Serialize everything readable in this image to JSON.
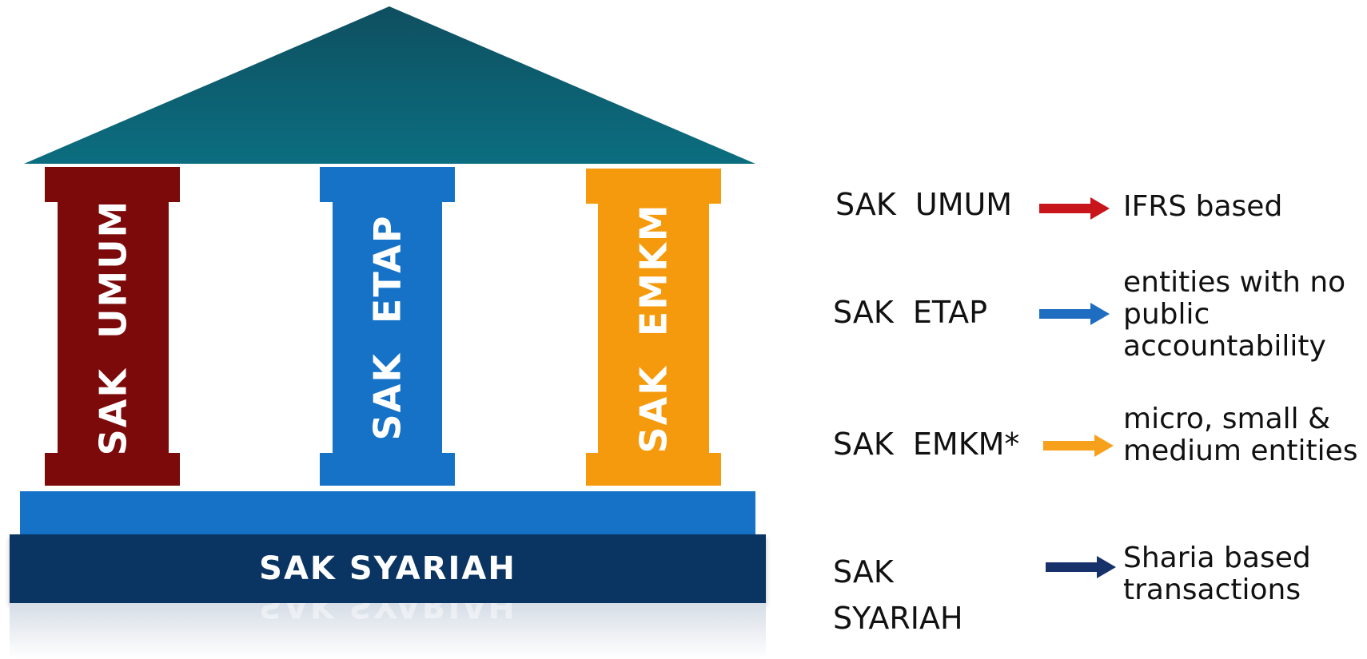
{
  "colors": {
    "roof_top": "#0e4f60",
    "roof_bottom": "#0b6e80",
    "pillar_umum": "#7d0a0a",
    "pillar_etap": "#1672c7",
    "pillar_emkm": "#f59a0c",
    "base_upper": "#1672c7",
    "base_lower": "#0a3461"
  },
  "pillars": [
    {
      "label": "SAK  UMUM"
    },
    {
      "label": "SAK  ETAP"
    },
    {
      "label": "SAK  EMKM"
    }
  ],
  "base": {
    "label": "SAK SYARIAH",
    "reflection": "SAK SYARIAH"
  },
  "legend": [
    {
      "name": "SAK  UMUM",
      "description": "IFRS based",
      "arrow_color": "#c8141b"
    },
    {
      "name": "SAK  ETAP",
      "description": "entities with  no public accountability",
      "arrow_color": "#1f6dc0"
    },
    {
      "name": "SAK  EMKM*",
      "description": "micro, small & medium entities",
      "arrow_color": "#f7a01c"
    },
    {
      "name": "SAK\nSYARIAH",
      "description": "Sharia based transactions",
      "arrow_color": "#17316b"
    }
  ]
}
